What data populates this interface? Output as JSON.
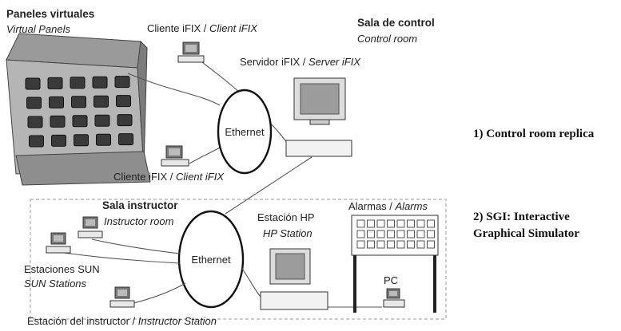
{
  "labels": {
    "virtual_panels_es": "Paneles virtuales",
    "virtual_panels_en": "Virtual Panels",
    "client_ifix_top_es": "Cliente iFIX / ",
    "client_ifix_top_en": "Client iFIX",
    "control_room_es": "Sala de control",
    "control_room_en": "Control room",
    "server_ifix_es": "Servidor iFIX / ",
    "server_ifix_en": "Server iFIX",
    "ethernet_top": "Ethernet",
    "client_ifix_bottom_es": "Cliente iFIX / ",
    "client_ifix_bottom_en": "Client iFIX",
    "instructor_room_es": "Sala instructor",
    "instructor_room_en": "Instructor room",
    "hp_station_es": "Estación HP",
    "hp_station_en": "HP Station",
    "alarms_es": "Alarmas / ",
    "alarms_en": "Alarms",
    "ethernet_bottom": "Ethernet",
    "sun_stations_es": "Estaciones SUN",
    "sun_stations_en": "SUN Stations",
    "pc": "PC",
    "instructor_station_es": "Estación del instructor / ",
    "instructor_station_en": "Instructor Station"
  },
  "captions": {
    "first": "1) Control room replica",
    "second_line1": "2) SGI: Interactive",
    "second_line2": "Graphical Simulator"
  }
}
